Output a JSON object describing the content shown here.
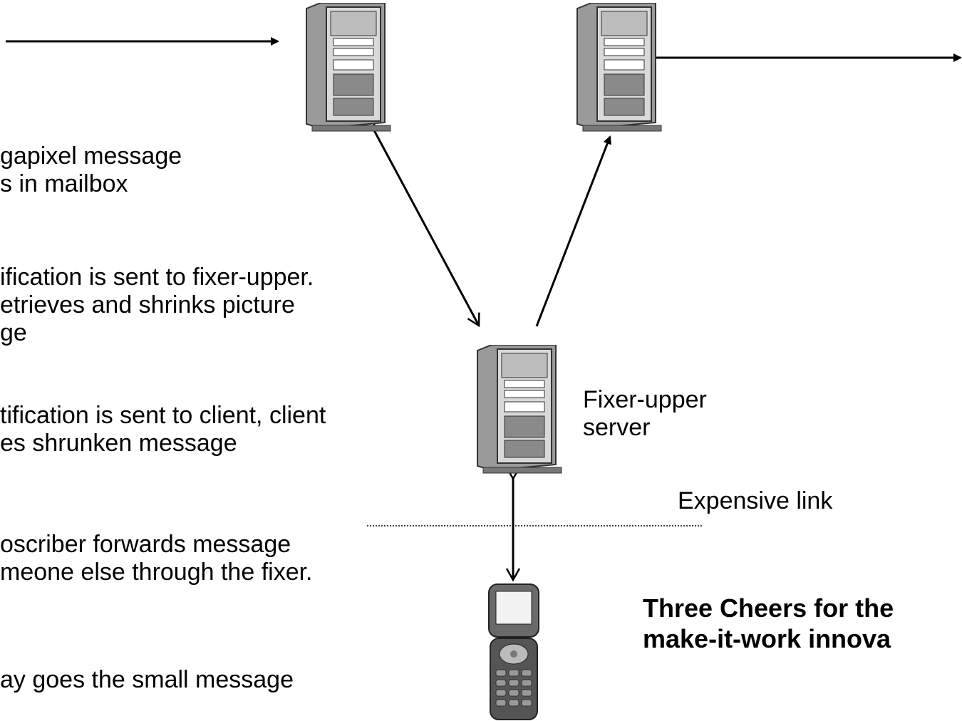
{
  "steps": [
    {
      "lines": [
        "gapixel message",
        "s in mailbox"
      ]
    },
    {
      "lines": [
        "ification is sent to fixer-upper.",
        "etrieves and shrinks picture",
        "ge"
      ]
    },
    {
      "lines": [
        "tification is sent to client, client",
        "es shrunken message"
      ]
    },
    {
      "lines": [
        "oscriber forwards message",
        "meone else through the fixer."
      ]
    },
    {
      "lines": [
        "ay goes the small message"
      ]
    }
  ],
  "fixer_label": [
    "Fixer-upper",
    "server"
  ],
  "link_label": "Expensive link",
  "cheers": [
    "Three Cheers for the",
    "make-it-work innova"
  ],
  "icons": {
    "server": "server-tower-icon",
    "phone": "flip-phone-icon"
  },
  "colors": {
    "line": "#000000",
    "server_body": "#c9c9c9",
    "phone_body": "#5a5a5a"
  }
}
